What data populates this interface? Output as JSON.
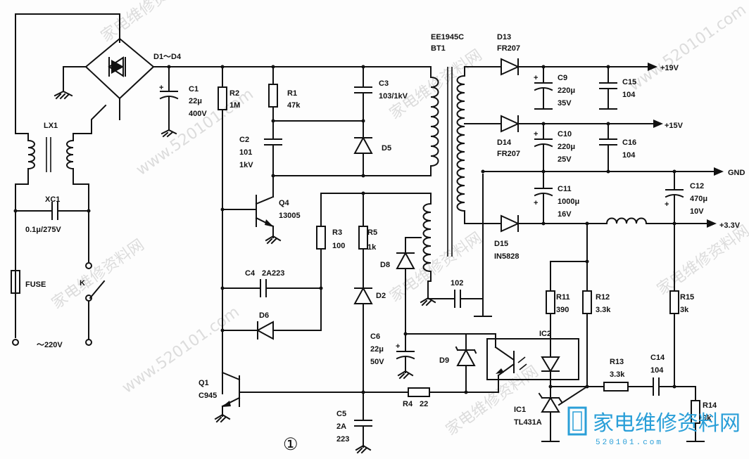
{
  "diagram": {
    "figure_marker": "①",
    "components": {
      "bridge": "D1～D4",
      "lx1": "LX1",
      "xc1": "XC1",
      "xc1_val": "0.1μ/275V",
      "fuse": "FUSE",
      "switch": "K",
      "mains": "～220V",
      "c1": "C1",
      "c1_v1": "22μ",
      "c1_v2": "400V",
      "r2": "R2",
      "r2_v": "1M",
      "r1": "R1",
      "r1_v": "47k",
      "c2": "C2",
      "c2_v1": "101",
      "c2_v2": "1kV",
      "c3": "C3",
      "c3_v": "103/1kV",
      "d5": "D5",
      "q4": "Q4",
      "q4_v": "13005",
      "r3": "R3",
      "r3_v": "100",
      "r5": "R5",
      "r5_v": "1k",
      "d8": "D8",
      "c4": "C4",
      "c4_v": "2A223",
      "d6": "D6",
      "d2": "D2",
      "c102": "102",
      "c6": "C6",
      "c6_v1": "22μ",
      "c6_v2": "50V",
      "d9": "D9",
      "ic2": "IC2",
      "q1": "Q1",
      "q1_v": "C945",
      "r4": "R4",
      "r4_v": "22",
      "c5": "C5",
      "c5_v1": "2A",
      "c5_v2": "223",
      "transformer": "EE1945C",
      "bt1": "BT1",
      "d13": "D13",
      "d13_v": "FR207",
      "c9": "C9",
      "c9_v1": "220μ",
      "c9_v2": "35V",
      "c15": "C15",
      "c15_v": "104",
      "d14": "D14",
      "d14_v": "FR207",
      "c10": "C10",
      "c10_v1": "220μ",
      "c10_v2": "25V",
      "c16": "C16",
      "c16_v": "104",
      "c11": "C11",
      "c11_v1": "1000μ",
      "c11_v2": "16V",
      "c12": "C12",
      "c12_v1": "470μ",
      "c12_v2": "10V",
      "d15": "D15",
      "d15_v": "IN5828",
      "r11": "R11",
      "r11_v": "390",
      "r12": "R12",
      "r12_v": "3.3k",
      "r15": "R15",
      "r15_v": "3k",
      "r13": "R13",
      "r13_v": "3.3k",
      "c14": "C14",
      "c14_v": "104",
      "ic1": "IC1",
      "ic1_v": "TL431A",
      "r14": "R14",
      "r14_v": "9k"
    },
    "outputs": {
      "v19": "+19V",
      "v15": "+15V",
      "gnd": "GND",
      "v33": "+3.3V"
    }
  },
  "watermark": {
    "text_cn": "家电维修资料网",
    "text_url": "www.520101.com",
    "logo_cn": "家电维修资料网",
    "logo_url": "520101.com"
  }
}
